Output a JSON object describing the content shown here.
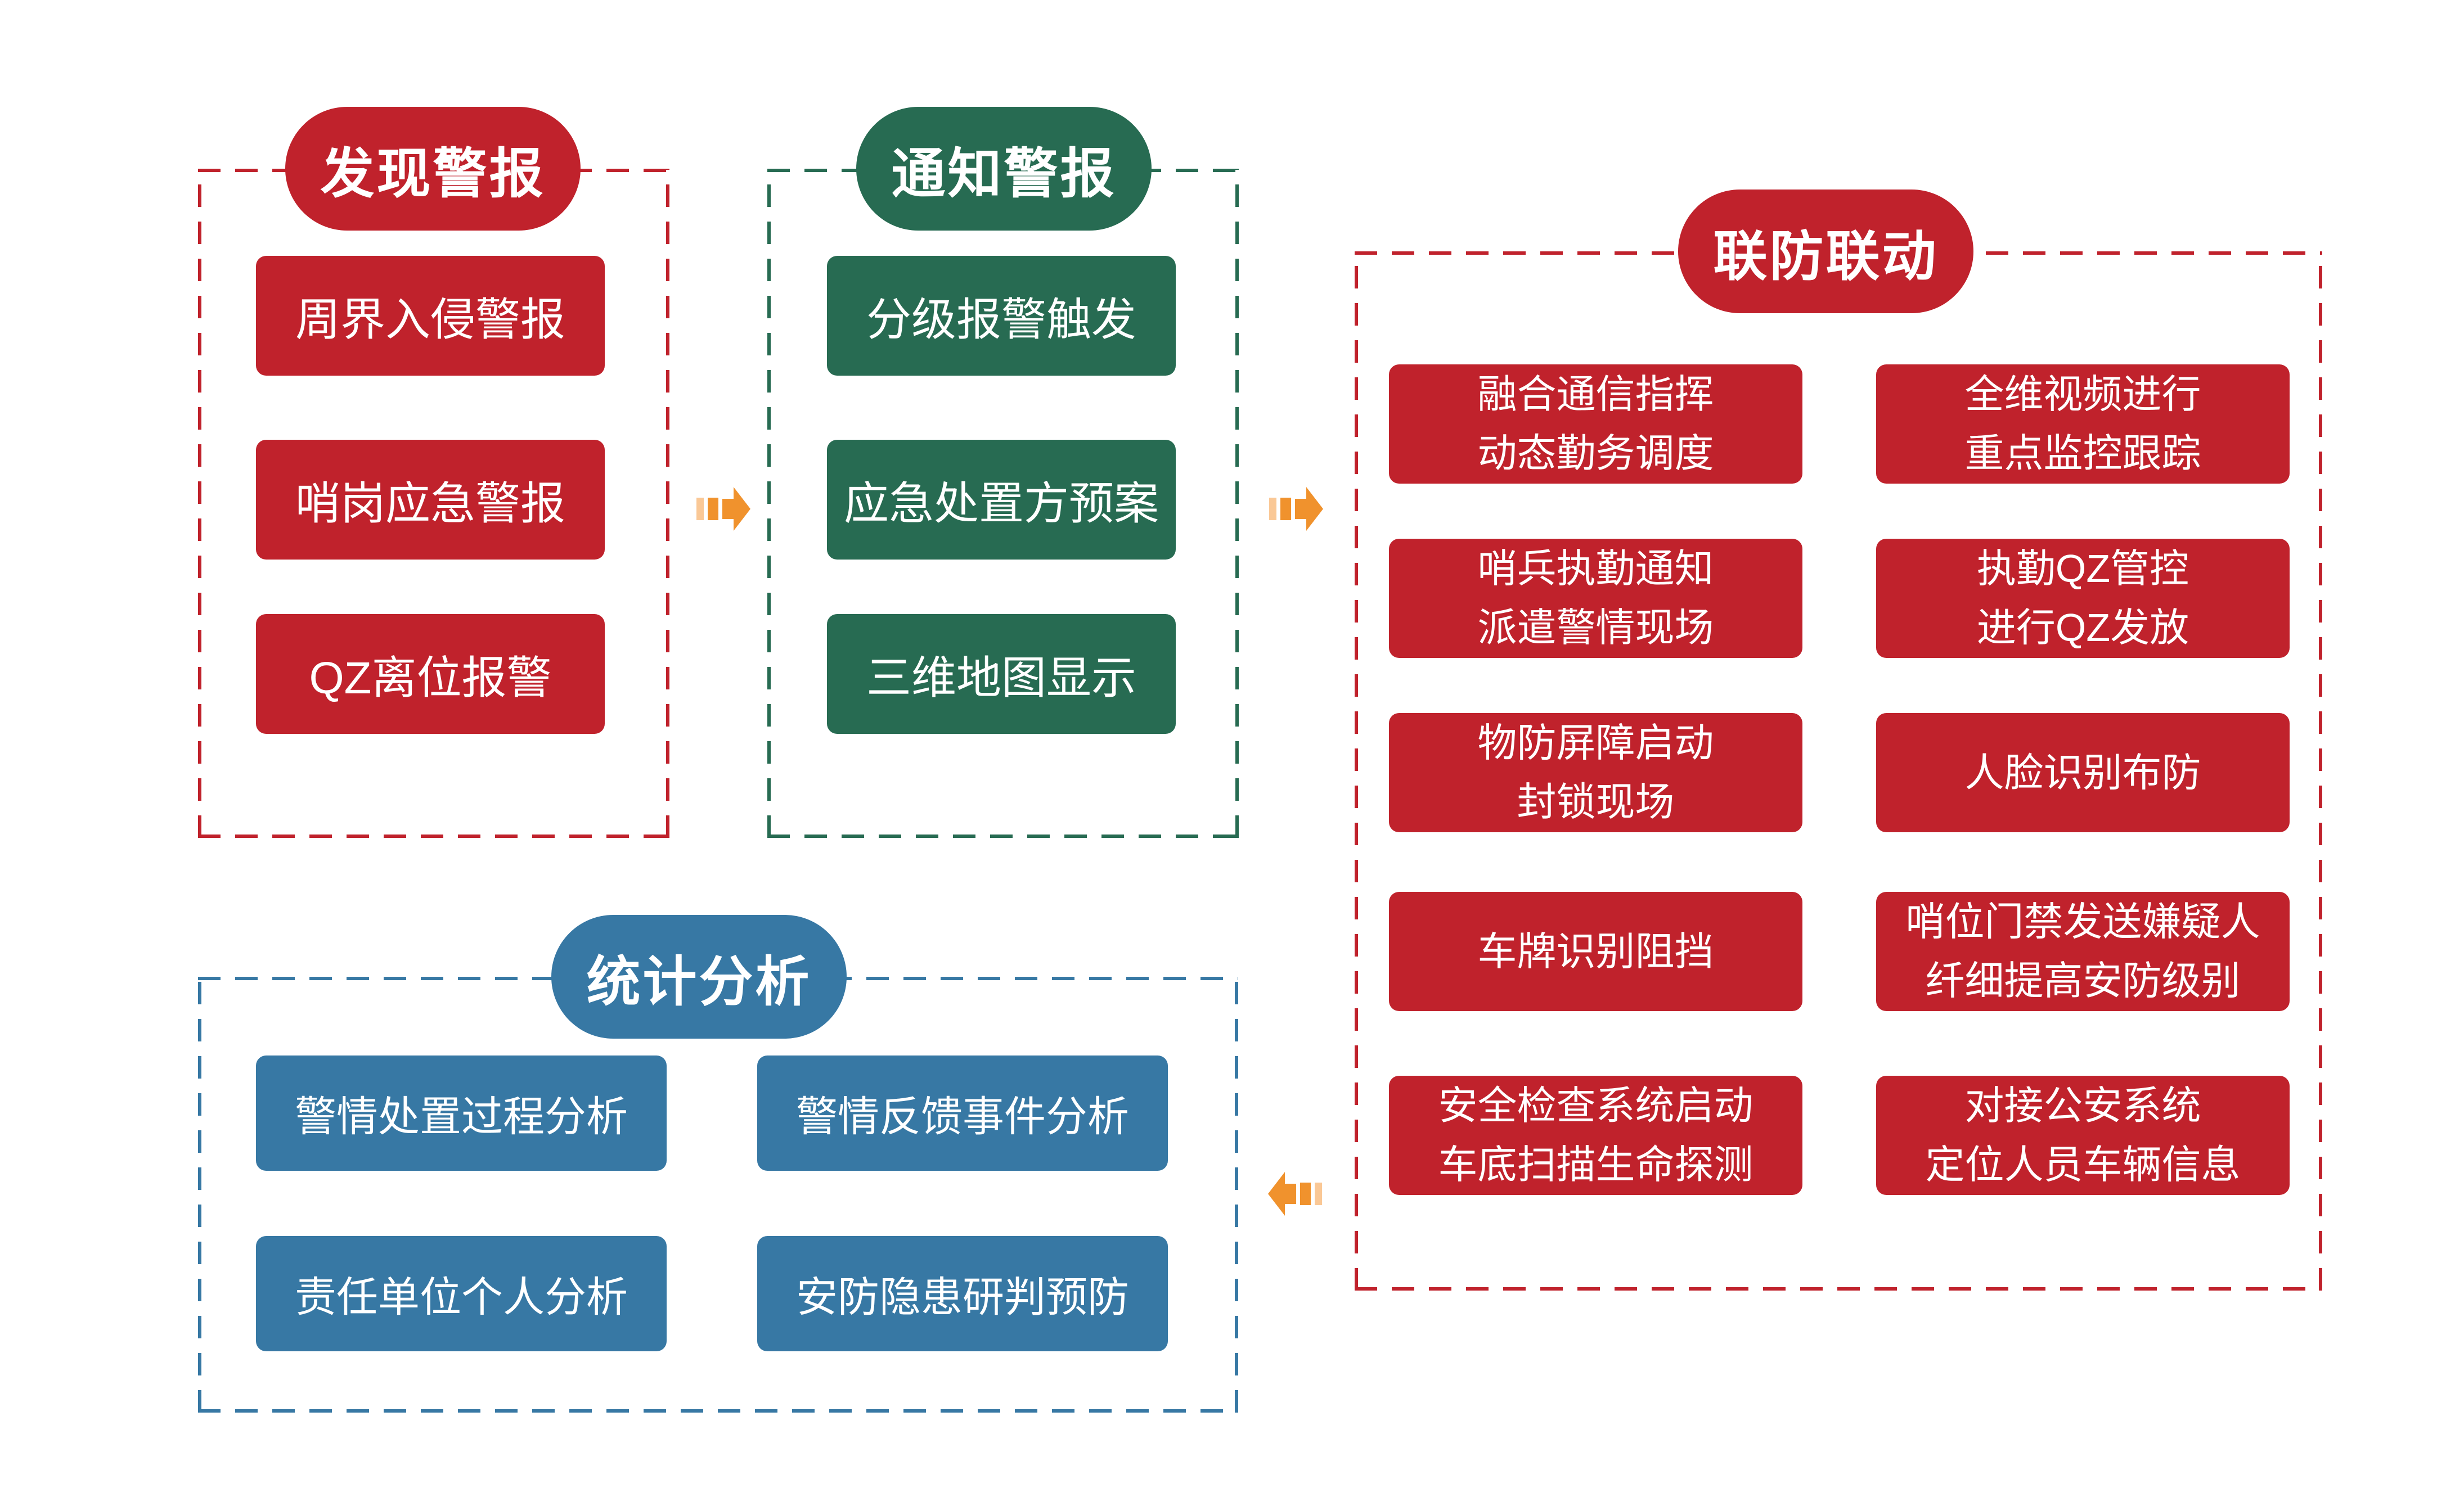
{
  "palette": {
    "red": "#C0222C",
    "green": "#276B52",
    "blue": "#3778A4",
    "arrow_orange": "#F0922D",
    "arrow_orange_light": "#FAC896",
    "background": "#FFFFFF"
  },
  "diagram": {
    "groups": [
      {
        "id": "discover",
        "title": "发现警报",
        "color": "red",
        "items": [
          "周界入侵警报",
          "哨岗应急警报",
          "QZ离位报警"
        ]
      },
      {
        "id": "notify",
        "title": "通知警报",
        "color": "green",
        "items": [
          "分级报警触发",
          "应急处置方预案",
          "三维地图显示"
        ]
      },
      {
        "id": "joint",
        "title": "联防联动",
        "color": "red",
        "left_items": [
          [
            "融合通信指挥",
            "动态勤务调度"
          ],
          [
            "哨兵执勤通知",
            "派遣警情现场"
          ],
          [
            "物防屏障启动",
            "封锁现场"
          ],
          [
            "车牌识别阻挡"
          ],
          [
            "安全检查系统启动",
            "车底扫描生命探测"
          ]
        ],
        "right_items": [
          [
            "全维视频进行",
            "重点监控跟踪"
          ],
          [
            "执勤QZ管控",
            "进行QZ发放"
          ],
          [
            "人脸识别布防"
          ],
          [
            "哨位门禁发送嫌疑人",
            "纤细提高安防级别"
          ],
          [
            "对接公安系统",
            "定位人员车辆信息"
          ]
        ]
      },
      {
        "id": "stats",
        "title": "统计分析",
        "color": "blue",
        "items": [
          "警情处置过程分析",
          "警情反馈事件分析",
          "责任单位个人分析",
          "安防隐患研判预防"
        ]
      }
    ],
    "arrows": [
      {
        "from": "discover",
        "to": "notify",
        "direction": "right"
      },
      {
        "from": "notify",
        "to": "joint",
        "direction": "right"
      },
      {
        "from": "joint",
        "to": "stats",
        "direction": "left"
      }
    ]
  }
}
